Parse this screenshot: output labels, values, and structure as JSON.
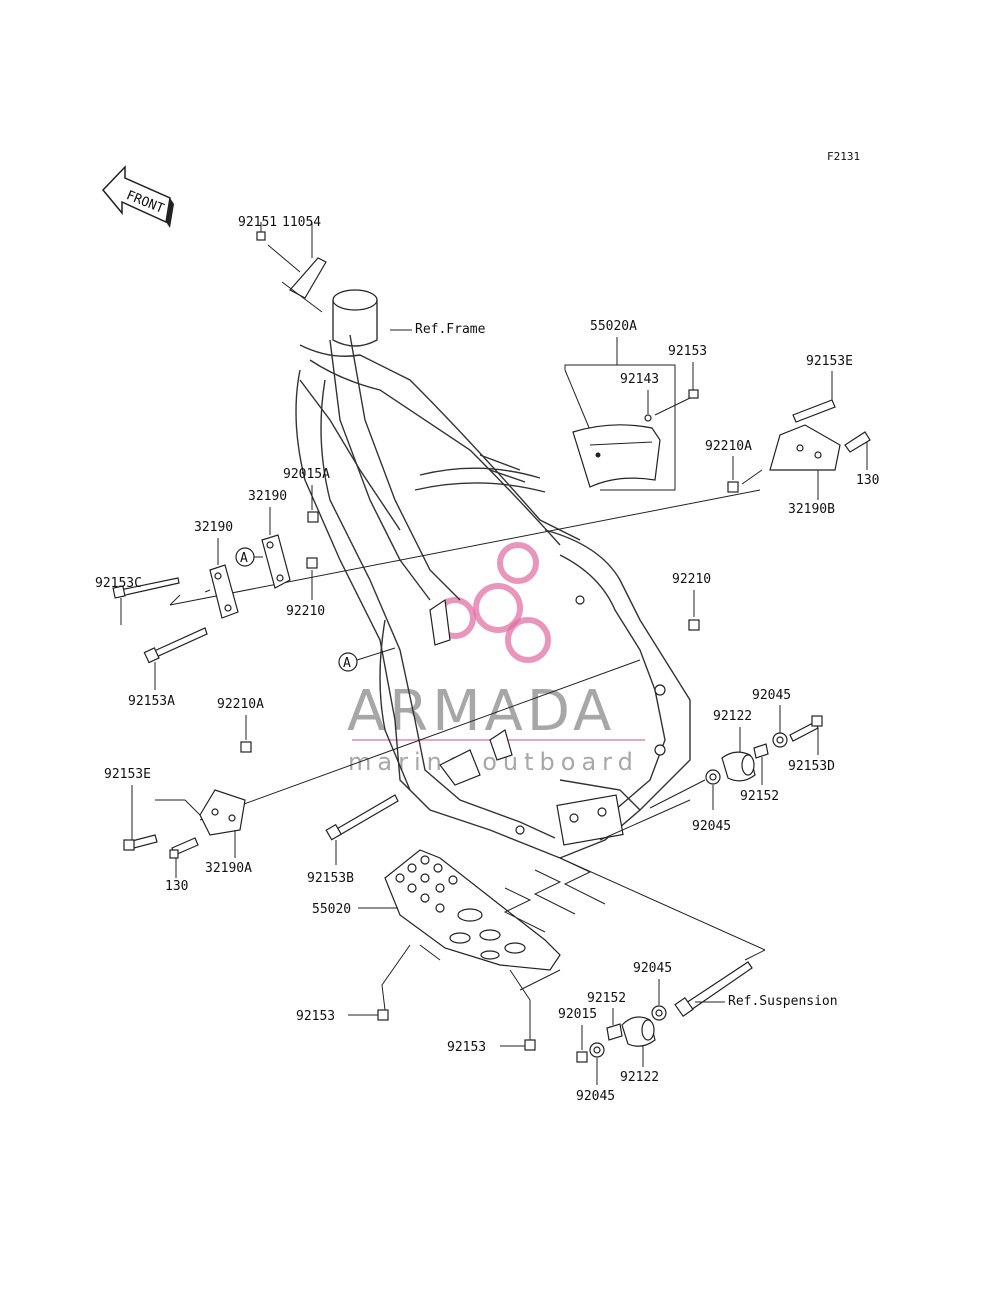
{
  "figure_code": "F2131",
  "front_label": "FRONT",
  "circle_marker": "A",
  "refs": {
    "frame": "Ref.Frame",
    "suspension": "Ref.Suspension"
  },
  "watermark": {
    "brand": "ARMADA",
    "tagline": "marine outboard",
    "accent": "#e06aa0"
  },
  "part_labels": {
    "p92151": "92151",
    "p11054": "11054",
    "p55020A": "55020A",
    "p92153_top": "92153",
    "p92143": "92143",
    "p92153E_top": "92153E",
    "p92210A_top": "92210A",
    "p130_top": "130",
    "p32190B": "32190B",
    "p92015A": "92015A",
    "p32190_a": "32190",
    "p32190_b": "32190",
    "p92153C": "92153C",
    "p92210_left": "92210",
    "p92153A": "92153A",
    "p92210_right": "92210",
    "p92210A_left": "92210A",
    "p92045_top": "92045",
    "p92122_top": "92122",
    "p92153D": "92153D",
    "p92152_top": "92152",
    "p92045_mid": "92045",
    "p92153E_left": "92153E",
    "p32190A": "32190A",
    "p130_left": "130",
    "p92153B": "92153B",
    "p55020": "55020",
    "p92153_plate1": "92153",
    "p92153_plate2": "92153",
    "p92045_bot1": "92045",
    "p92152_bot": "92152",
    "p92015": "92015",
    "p92122_bot": "92122",
    "p92045_bot2": "92045"
  }
}
